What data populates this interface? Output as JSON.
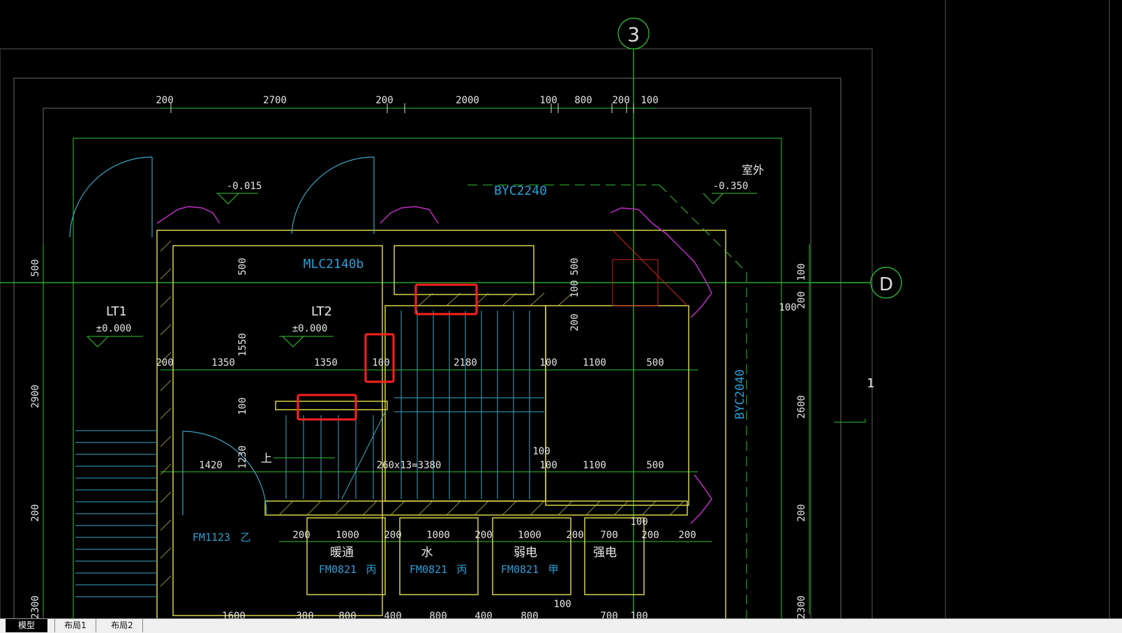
{
  "drawing": {
    "grid_bubbles": {
      "vertical": "3",
      "horizontal": "D"
    },
    "top_dimensions": [
      "200",
      "2700",
      "200",
      "2000",
      "100",
      "800",
      "200",
      "100"
    ],
    "left_dimensions": [
      "500",
      "2900",
      "200",
      "2300"
    ],
    "right_dimensions": [
      "100",
      "200",
      "2600",
      "200",
      "2300"
    ],
    "inner_dims_row1": [
      "200",
      "1350",
      "1350",
      "100",
      "2180",
      "100",
      "1100",
      "500"
    ],
    "inner_dims_row2": [
      "1420",
      "100",
      "1100",
      "500"
    ],
    "inner_vertical_dims": [
      "500",
      "1550",
      "100",
      "1230",
      "500",
      "100",
      "200"
    ],
    "room_dims_row": [
      "200",
      "1000",
      "200",
      "1000",
      "200",
      "1000",
      "200",
      "700",
      "200",
      "200"
    ],
    "bottom_dims_row": [
      "1600",
      "300",
      "800",
      "400",
      "800",
      "400",
      "800",
      "100",
      "700",
      "100"
    ],
    "extra_dims": [
      "100",
      "100",
      "100"
    ],
    "stair_label": "260x13=3380",
    "up_label": "上",
    "levels": [
      "-0.015",
      "-0.350",
      "±0.000",
      "±0.000"
    ],
    "outdoor_label": "室外",
    "window_labels": [
      "BYC2240",
      "MLC2140b",
      "BYC2040"
    ],
    "stair_names": [
      "LT1",
      "LT2"
    ],
    "door_labels": [
      "FM1123",
      "乙",
      "FM0821",
      "丙",
      "FM0821",
      "丙",
      "FM0821",
      "甲"
    ],
    "rooms": [
      "暖通",
      "水",
      "弱电",
      "强电"
    ],
    "stray_mark": "1"
  },
  "tabs": [
    {
      "label": "模型",
      "active": true
    },
    {
      "label": "布局1",
      "active": false
    },
    {
      "label": "布局2",
      "active": false
    }
  ],
  "colors": {
    "background": "#000000",
    "wall": "#d6d24a",
    "grid": "#31c431",
    "annotation": "#2a9fd6",
    "highlight": "#ff2020",
    "landscape": "#c02cc8"
  }
}
